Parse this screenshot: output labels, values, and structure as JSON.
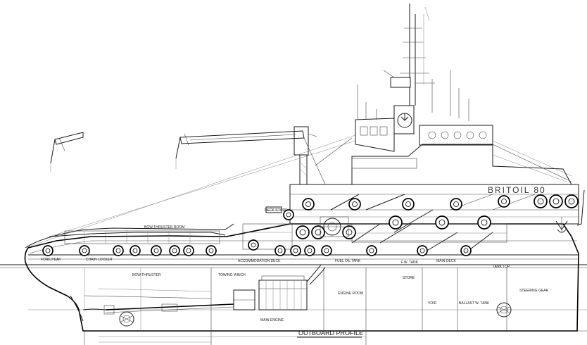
{
  "drawing": {
    "title": "OUTBOARD PROFILE",
    "vessel_name": "BRITOIL 80",
    "hull_bands": [
      "ACCOMMODATION DECK",
      "MAIN DECK",
      "TANK TOP"
    ],
    "compartments": [
      "FORE PEAK",
      "CHAIN LOCKER",
      "BOW THRUSTER",
      "FUEL OIL TANK",
      "ENGINE ROOM",
      "F.W. TANK",
      "STORE",
      "STEERING GEAR",
      "VOID",
      "BALLAST W. TANK",
      "DECK STORE",
      "TOWING WINCH",
      "MAIN ENGINE"
    ]
  }
}
